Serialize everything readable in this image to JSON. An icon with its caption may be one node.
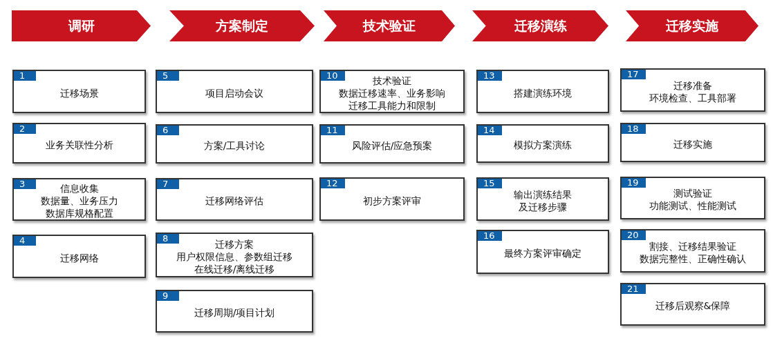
{
  "diagram": {
    "nodes": [
      {
        "text": [
          "调研"
        ]
      },
      {
        "text": [
          "方案制定"
        ]
      },
      {
        "text": [
          "技术验证"
        ]
      },
      {
        "text": [
          "迁移演练"
        ]
      },
      {
        "text": [
          "迁移实施"
        ]
      },
      {
        "text": [
          "1",
          "迁移场景"
        ]
      },
      {
        "text": [
          "2",
          "业务关联性分析"
        ]
      },
      {
        "text": [
          "3",
          "信息收集",
          "数据量、业务压力",
          "数据库规格配置"
        ]
      },
      {
        "text": [
          "4",
          "迁移网络"
        ]
      },
      {
        "text": [
          "5",
          "项目启动会议"
        ]
      },
      {
        "text": [
          "6",
          "方案/工具讨论"
        ]
      },
      {
        "text": [
          "7",
          "迁移网络评估"
        ]
      },
      {
        "text": [
          "8",
          "迁移方案",
          "用户权限信息、参数组迁移",
          "在线迁移/离线迁移"
        ]
      },
      {
        "text": [
          "9",
          "迁移周期/项目计划"
        ]
      },
      {
        "text": [
          "10",
          "技术验证",
          "数据迁移速率、业务影响",
          "迁移工具能力和限制"
        ]
      },
      {
        "text": [
          "11",
          "风险评估/应急预案"
        ]
      },
      {
        "text": [
          "12",
          "初步方案评审"
        ]
      },
      {
        "text": [
          "13",
          "搭建演练环境"
        ]
      },
      {
        "text": [
          "14",
          "模拟方案演练"
        ]
      },
      {
        "text": [
          "15",
          "输出演练结果及迁移步骤"
        ]
      },
      {
        "text": [
          "16",
          "最终方案评审确定"
        ]
      },
      {
        "text": [
          "17",
          "迁移准备",
          "环境检查、工具部署"
        ]
      },
      {
        "text": [
          "18",
          "迁移实施"
        ]
      },
      {
        "text": [
          "19",
          "测试验证",
          "功能测试、性能测试"
        ]
      },
      {
        "text": [
          "20",
          "割接、迁移结果验证",
          "数据完整性、正确性确认"
        ]
      },
      {
        "text": [
          "21",
          "迁移后观察&保障"
        ]
      }
    ],
    "edges": []
  }
}
